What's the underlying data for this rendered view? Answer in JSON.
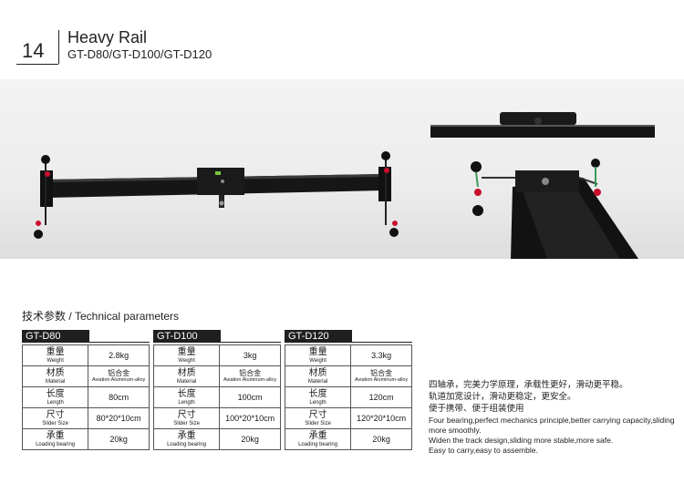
{
  "header": {
    "page_number": "14",
    "title": "Heavy Rail",
    "subtitle": "GT-D80/GT-D100/GT-D120"
  },
  "section_title": "技术参数 / Technical parameters",
  "specs": [
    {
      "model": "GT-D80",
      "rows": [
        {
          "zh": "重量",
          "en": "Weight",
          "value": "2.8kg"
        },
        {
          "zh": "材质",
          "en": "Material",
          "value_zh": "铝合金",
          "value_en": "Aviation Aluminum-alloy"
        },
        {
          "zh": "长度",
          "en": "Length",
          "value": "80cm"
        },
        {
          "zh": "尺寸",
          "en": "Slider Size",
          "value": "80*20*10cm"
        },
        {
          "zh": "承重",
          "en": "Loading bearing",
          "value": "20kg"
        }
      ]
    },
    {
      "model": "GT-D100",
      "rows": [
        {
          "zh": "重量",
          "en": "Weight",
          "value": "3kg"
        },
        {
          "zh": "材质",
          "en": "Material",
          "value_zh": "铝合金",
          "value_en": "Aviation Aluminum-alloy"
        },
        {
          "zh": "长度",
          "en": "Length",
          "value": "100cm"
        },
        {
          "zh": "尺寸",
          "en": "Slider Size",
          "value": "100*20*10cm"
        },
        {
          "zh": "承重",
          "en": "Loading bearing",
          "value": "20kg"
        }
      ]
    },
    {
      "model": "GT-D120",
      "rows": [
        {
          "zh": "重量",
          "en": "Weight",
          "value": "3.3kg"
        },
        {
          "zh": "材质",
          "en": "Material",
          "value_zh": "铝合金",
          "value_en": "Aviation Aluminum-alloy"
        },
        {
          "zh": "长度",
          "en": "Length",
          "value": "120cm"
        },
        {
          "zh": "尺寸",
          "en": "Slider Size",
          "value": "120*20*10cm"
        },
        {
          "zh": "承重",
          "en": "Loading bearing",
          "value": "20kg"
        }
      ]
    }
  ],
  "description": {
    "zh": [
      "四轴承，完美力学原理，承载性更好，滑动更平稳。",
      "轨道加宽设计，滑动更稳定，更安全。",
      "便于携带、便于组装使用"
    ],
    "en": [
      "Four bearing,perfect mechanics principle,better carrying capacity,sliding more smoothly.",
      "Widen the track design,sliding more stable,more safe.",
      "Easy to carry,easy to assemble."
    ]
  },
  "colors": {
    "tab_bg": "#1f1f1f",
    "rail": "#141414",
    "knob_accent": "#c8102e",
    "knob_ring": "#3a9a5a"
  }
}
